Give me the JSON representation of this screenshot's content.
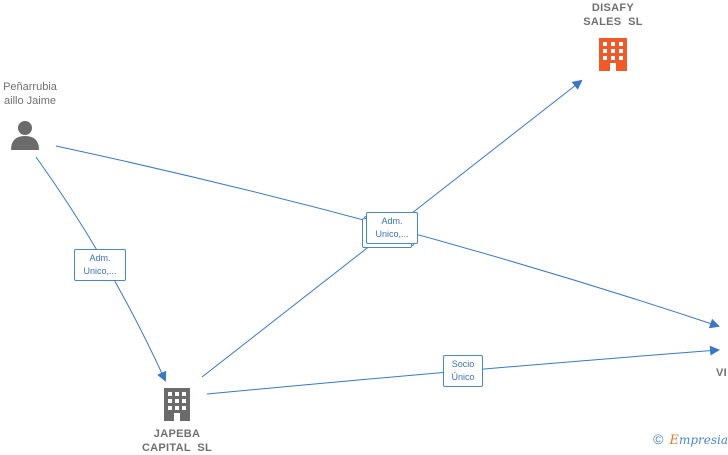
{
  "nodes": {
    "person": {
      "label_line1": "Peñarrubia",
      "label_line2": "aillo Jaime"
    },
    "disafy": {
      "label_line1": "DISAFY",
      "label_line2": "SALES  SL",
      "color": "#f05a28"
    },
    "japeba": {
      "label_line1": "JAPEBA",
      "label_line2": "CAPITAL  SL"
    },
    "right_cut": {
      "label": "VI"
    }
  },
  "edges": {
    "person_to_japeba": {
      "line1": "Adm.",
      "line2": "Unico,..."
    },
    "person_to_disafy": {
      "line1": "Adm.",
      "line2": "Unico,..."
    },
    "japeba_to_right": {
      "line1": "Socio",
      "line2": "Único"
    }
  },
  "colors": {
    "edge": "#3a78c2",
    "icon": "#6b6b6b"
  },
  "watermark": {
    "symbol": "©",
    "brand_initial": "E",
    "brand_rest": "mpresia"
  }
}
